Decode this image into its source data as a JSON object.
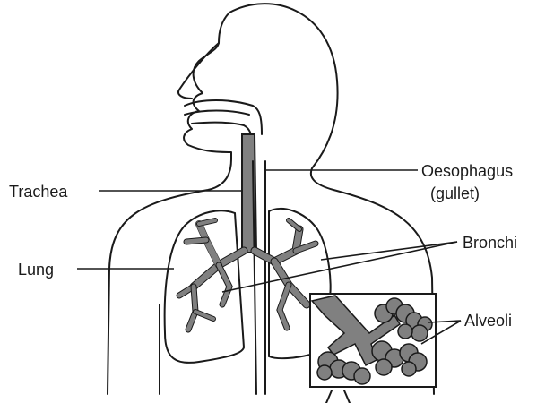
{
  "colors": {
    "airway_fill": "#808080",
    "outline": "#1a1a1a",
    "background": "#ffffff"
  },
  "labels": {
    "trachea": "Trachea",
    "lung": "Lung",
    "oesophagus_line1": "Oesophagus",
    "oesophagus_line2": "(gullet)",
    "bronchi": "Bronchi",
    "alveoli": "Alveoli"
  }
}
